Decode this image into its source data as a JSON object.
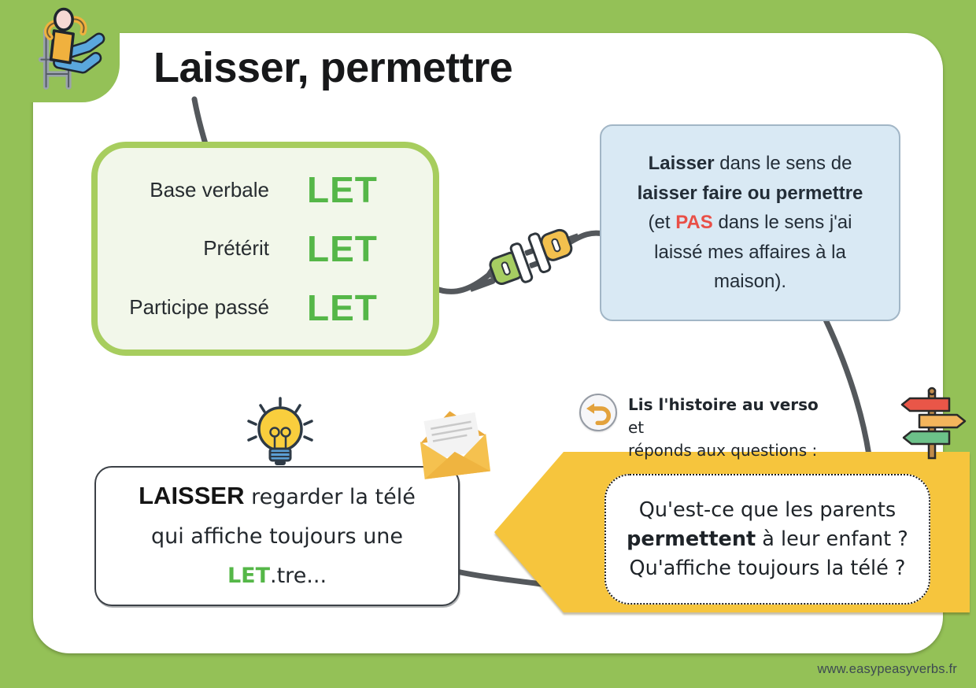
{
  "title": {
    "text": "Laisser, permettre"
  },
  "verb_box": {
    "rows": [
      {
        "label": "Base verbale",
        "value": "LET"
      },
      {
        "label": "Prétérit",
        "value": "LET"
      },
      {
        "label": "Participe passé",
        "value": "LET"
      }
    ]
  },
  "meaning_box": {
    "l1_bold": "Laisser",
    "l1_rest": " dans le sens de",
    "l2_bold": "laisser faire ou permettre",
    "l3_a": "(et ",
    "l3_red": "PAS",
    "l3_b": " dans le sens j'ai",
    "l4": "laissé mes affaires à la",
    "l5": "maison)."
  },
  "reminder": {
    "bold": "Lis l'histoire au verso",
    "rest": " et",
    "line2": "réponds aux questions :"
  },
  "example_box": {
    "l1_bold": "LAISSER",
    "l1_rest": " regarder la télé",
    "l2": "qui affiche toujours une",
    "l3_green": "LET",
    "l3_rest": ".tre..."
  },
  "question_box": {
    "l1": "Qu'est-ce que les parents",
    "l2_bold": "permettent",
    "l2_rest": " à leur enfant ?",
    "l3": "Qu'affiche toujours la télé ?"
  },
  "footer": {
    "site_url": "www.easypeasyverbs.fr"
  },
  "colors": {
    "background_green": "#94c157",
    "accent_green": "#55b748",
    "box_border_green": "#a7cd5e",
    "meaning_blue": "#d9e9f4",
    "banner_yellow": "#f6c53d",
    "alert_red": "#e94f47",
    "wire_gray": "#54585c"
  },
  "icons": [
    "person-relaxing-icon",
    "plug-connection-icon",
    "lightbulb-icon",
    "envelope-icon",
    "undo-arrow-icon",
    "signpost-icon"
  ]
}
